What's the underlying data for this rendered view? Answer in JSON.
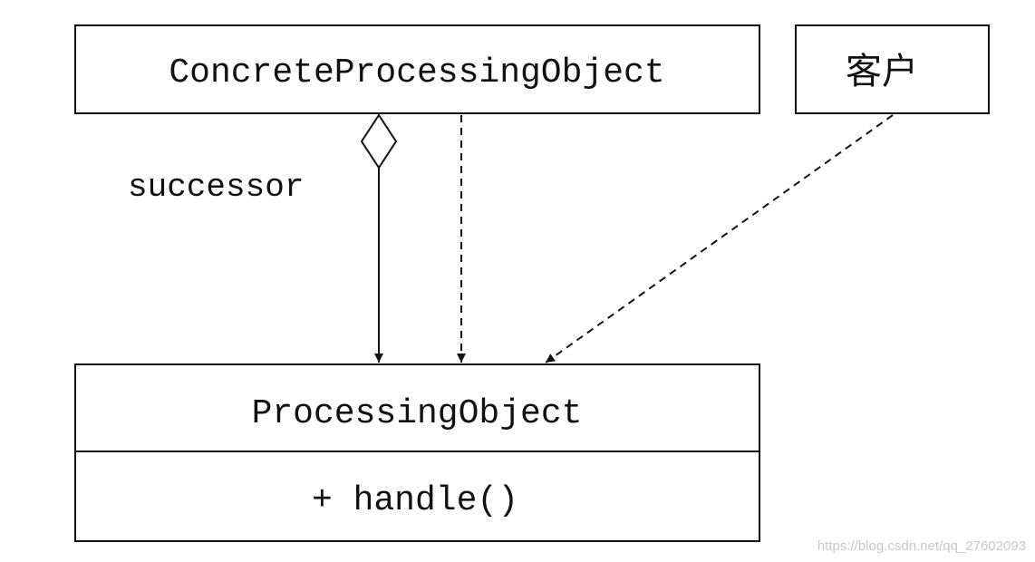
{
  "diagram": {
    "concrete_class": "ConcreteProcessingObject",
    "client": "客户",
    "base_class": "ProcessingObject",
    "base_method": "+ handle()",
    "successor_label": "successor"
  },
  "watermark": "https://blog.csdn.net/qq_27602093"
}
